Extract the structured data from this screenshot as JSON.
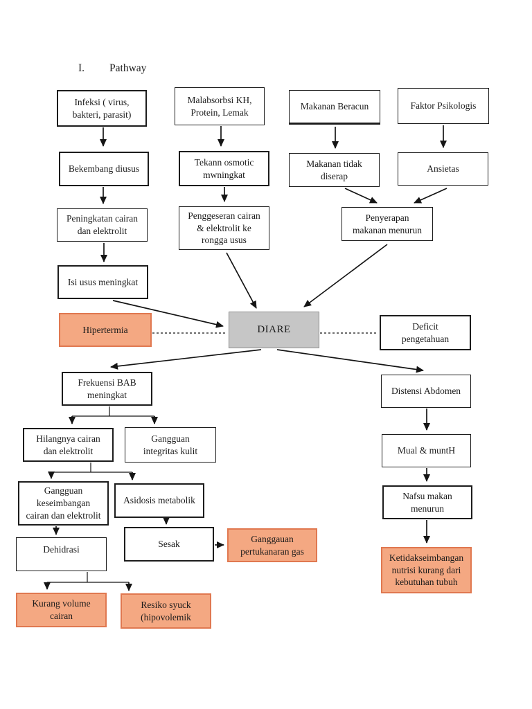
{
  "page": {
    "heading_numeral": "I.",
    "heading_title": "Pathway"
  },
  "nodes": {
    "infeksi": "Infeksi ( virus,\nbakteri, parasit)",
    "malabsorbsi": "Malabsorbsi KH,\nProtein, Lemak",
    "makanan_beracun": "Makanan Beracun",
    "faktor_psikologis": "Faktor Psikologis",
    "bekembang": "Bekembang diusus",
    "tekann": "Tekann osmotic\nmwningkat",
    "makanan_tidak": "Makanan tidak\ndiserap",
    "ansietas": "Ansietas",
    "peningkatan": "Peningkatan cairan\ndan elektrolit",
    "penggeseran": "Penggeseran cairan\n& elektrolit ke\nrongga usus",
    "penyerapan": "Penyerapan\nmakanan menurun",
    "isi_usus": "Isi usus meningkat",
    "hipertermia": "Hipertermia",
    "diare": "DIARE",
    "deficit": "Deficit\npengetahuan",
    "frekuensi": "Frekuensi BAB\nmeningkat",
    "distensi": "Distensi Abdomen",
    "hilangnya": "Hilangnya cairan\ndan elektrolit",
    "gangguan_kulit": "Gangguan\nintegritas kulit",
    "mual": "Mual & muntH",
    "gangguan_keseimbangan": "Gangguan\nkeseimbangan\ncairan dan elektrolit",
    "asidosis": "Asidosis metabolik",
    "nafsu": "Nafsu makan\nmenurun",
    "dehidrasi": "Dehidrasi",
    "sesak": "Sesak",
    "ganggauan_gas": "Ganggauan\npertukanaran gas",
    "ketidakseimbangan": "Ketidakseimbangan\nnutrisi kurang dari\nkebutuhan tubuh",
    "kurang_volume": "Kurang volume\ncairan",
    "resiko": "Resiko syuck\n(hipovolemik"
  },
  "edges": [
    {
      "from": "infeksi",
      "to": "bekembang",
      "style": "arrow"
    },
    {
      "from": "malabsorbsi",
      "to": "tekann",
      "style": "arrow"
    },
    {
      "from": "makanan_beracun",
      "to": "makanan_tidak",
      "style": "arrow"
    },
    {
      "from": "faktor_psikologis",
      "to": "ansietas",
      "style": "arrow"
    },
    {
      "from": "bekembang",
      "to": "peningkatan",
      "style": "arrow"
    },
    {
      "from": "tekann",
      "to": "penggeseran",
      "style": "arrow"
    },
    {
      "from": "makanan_tidak",
      "to": "penyerapan",
      "style": "arrow"
    },
    {
      "from": "ansietas",
      "to": "penyerapan",
      "style": "arrow"
    },
    {
      "from": "peningkatan",
      "to": "isi_usus",
      "style": "arrow"
    },
    {
      "from": "isi_usus",
      "to": "diare",
      "style": "arrow"
    },
    {
      "from": "penggeseran",
      "to": "diare",
      "style": "arrow"
    },
    {
      "from": "penyerapan",
      "to": "diare",
      "style": "arrow"
    },
    {
      "from": "hipertermia",
      "to": "diare",
      "style": "dotted"
    },
    {
      "from": "diare",
      "to": "deficit",
      "style": "dotted"
    },
    {
      "from": "diare",
      "to": "frekuensi",
      "style": "arrow"
    },
    {
      "from": "diare",
      "to": "distensi",
      "style": "arrow"
    },
    {
      "from": "frekuensi",
      "to": "hilangnya",
      "style": "arrow"
    },
    {
      "from": "frekuensi",
      "to": "gangguan_kulit",
      "style": "arrow"
    },
    {
      "from": "hilangnya",
      "to": "gangguan_keseimbangan",
      "style": "arrow"
    },
    {
      "from": "hilangnya",
      "to": "asidosis",
      "style": "arrow"
    },
    {
      "from": "gangguan_keseimbangan",
      "to": "dehidrasi",
      "style": "arrow"
    },
    {
      "from": "asidosis",
      "to": "sesak",
      "style": "arrow"
    },
    {
      "from": "sesak",
      "to": "ganggauan_gas",
      "style": "arrow"
    },
    {
      "from": "dehidrasi",
      "to": "kurang_volume",
      "style": "arrow"
    },
    {
      "from": "dehidrasi",
      "to": "resiko",
      "style": "arrow"
    },
    {
      "from": "distensi",
      "to": "mual",
      "style": "arrow"
    },
    {
      "from": "mual",
      "to": "nafsu",
      "style": "arrow"
    },
    {
      "from": "nafsu",
      "to": "ketidakseimbangan",
      "style": "arrow"
    }
  ],
  "colors": {
    "accent_fill": "#F4A882",
    "accent_border": "#E07850",
    "gray_fill": "#C6C6C6",
    "gray_border": "#8C8C8C"
  }
}
